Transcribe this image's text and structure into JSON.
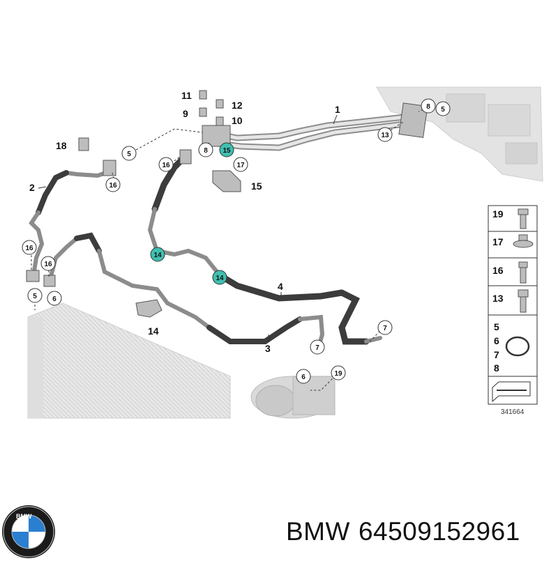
{
  "brand": {
    "name": "BMW",
    "part_number": "64509152961",
    "logo_letters": "BMW"
  },
  "diagram": {
    "code": "341664",
    "part_labels": [
      {
        "id": "label-1",
        "text": "1"
      },
      {
        "id": "label-2",
        "text": "2"
      },
      {
        "id": "label-3",
        "text": "3"
      },
      {
        "id": "label-4",
        "text": "4"
      },
      {
        "id": "label-9",
        "text": "9"
      },
      {
        "id": "label-10",
        "text": "10"
      },
      {
        "id": "label-11",
        "text": "11"
      },
      {
        "id": "label-12",
        "text": "12"
      },
      {
        "id": "label-14",
        "text": "14"
      },
      {
        "id": "label-15",
        "text": "15"
      },
      {
        "id": "label-18",
        "text": "18"
      }
    ],
    "callouts": [
      "5",
      "16",
      "8",
      "17",
      "13",
      "6",
      "7",
      "19",
      "15",
      "14"
    ],
    "legend": [
      "19",
      "17",
      "16",
      "13",
      "5",
      "6",
      "7",
      "8"
    ]
  },
  "colors": {
    "highlight": "#3fbfb0",
    "hose": "#3c3c3c",
    "pipe": "#9a9a9a",
    "background_part": "#d9d9d9"
  }
}
